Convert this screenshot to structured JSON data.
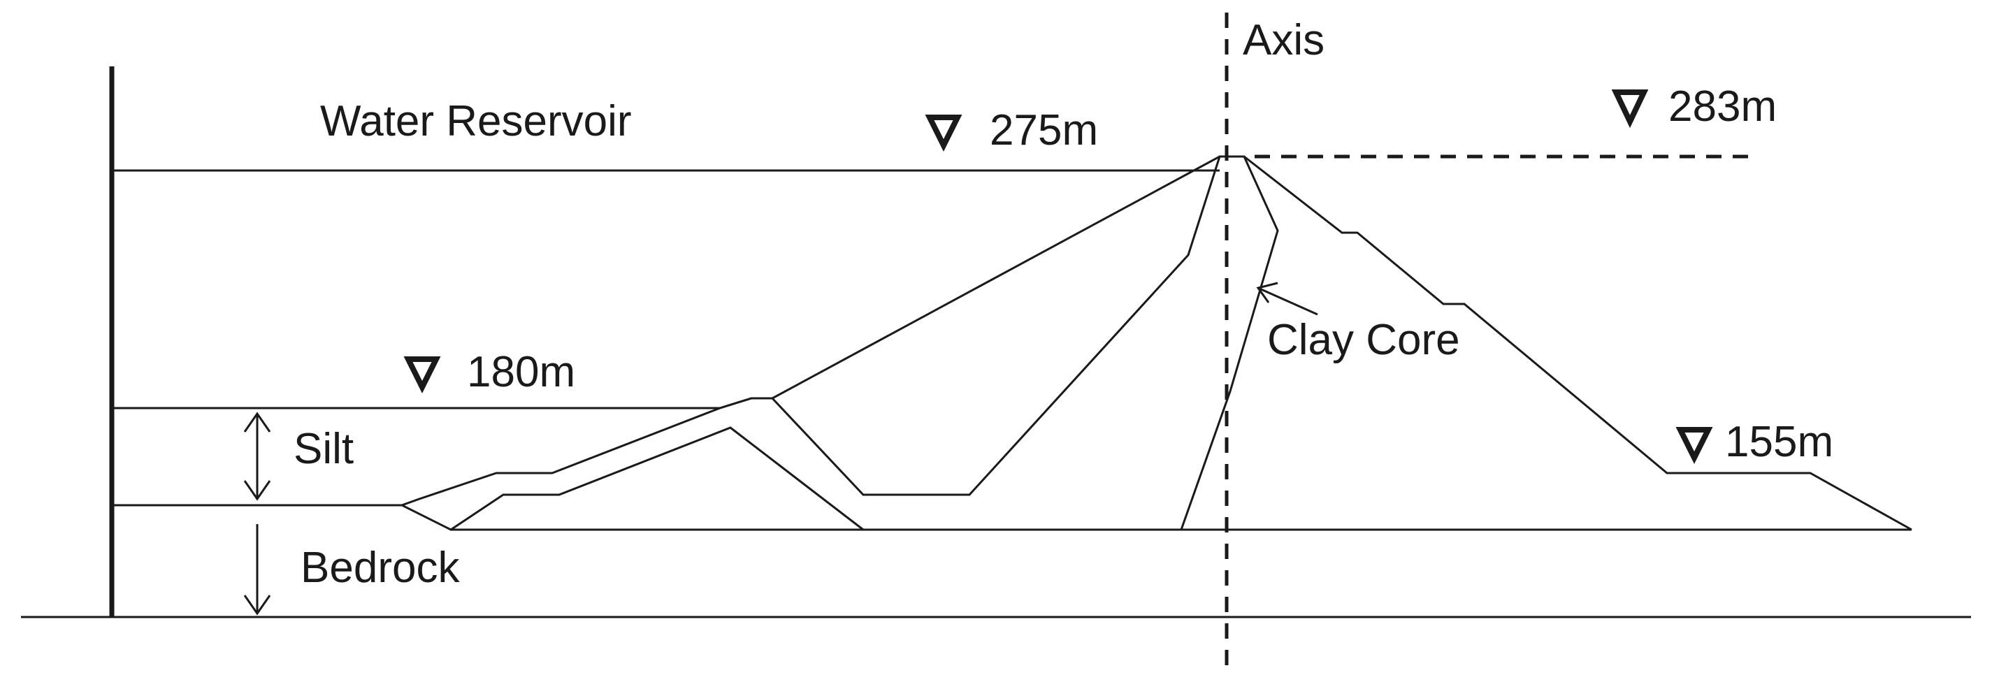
{
  "labels": {
    "axis": "Axis",
    "water_reservoir": "Water Reservoir",
    "silt": "Silt",
    "bedrock": "Bedrock",
    "clay_core": "Clay Core"
  },
  "elevations": {
    "reservoir": "275m",
    "crest": "283m",
    "silt_top": "180m",
    "downstream_toe": "155m"
  }
}
